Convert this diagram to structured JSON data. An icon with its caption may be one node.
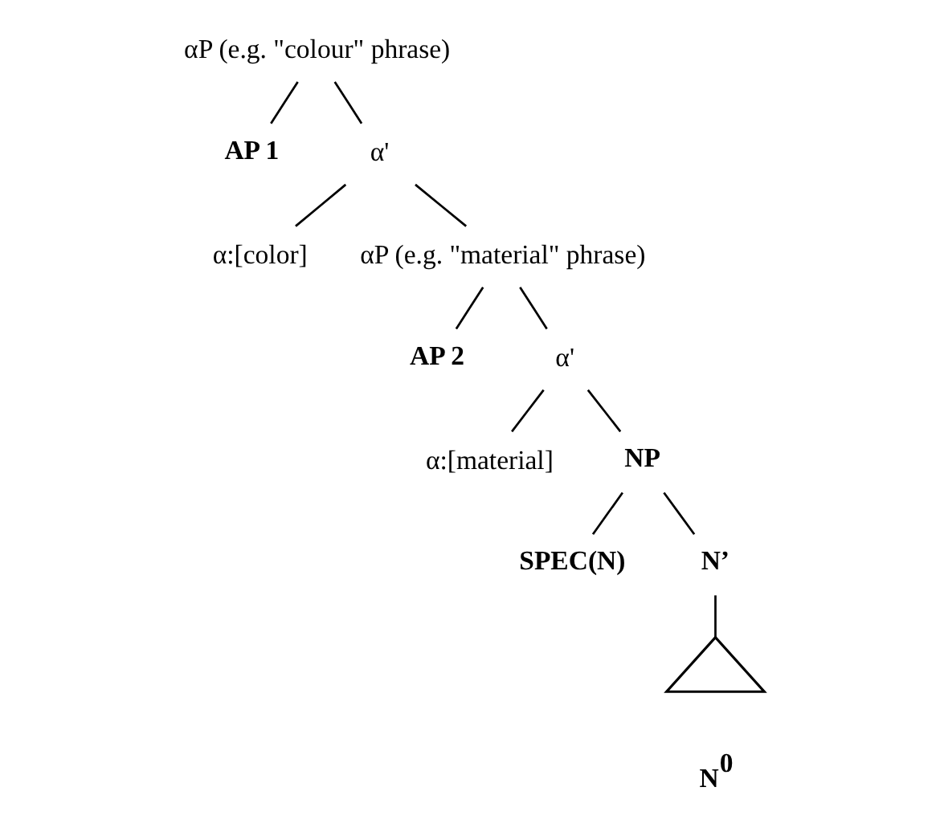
{
  "diagram": {
    "nodes": [
      {
        "text": [
          "αP (e.g. \"colour\" phrase)"
        ]
      },
      {
        "text": [
          "AP 1"
        ]
      },
      {
        "text": [
          "α'"
        ]
      },
      {
        "text": [
          "α:[color]"
        ]
      },
      {
        "text": [
          "αP (e.g. \"material\" phrase)"
        ]
      },
      {
        "text": [
          "AP 2"
        ]
      },
      {
        "text": [
          "α'"
        ]
      },
      {
        "text": [
          "α:[material]"
        ]
      },
      {
        "text": [
          "NP"
        ]
      },
      {
        "text": [
          "SPEC(N)"
        ]
      },
      {
        "text": [
          "N’"
        ]
      },
      {
        "text": [],
        "shape": "triangle",
        "beside": [
          "N$^{0}$"
        ]
      }
    ],
    "edges": [
      {
        "from": 0,
        "to": 1,
        "arrow": "none"
      },
      {
        "from": 0,
        "to": 2,
        "arrow": "none"
      },
      {
        "from": 2,
        "to": 3,
        "arrow": "none"
      },
      {
        "from": 2,
        "to": 4,
        "arrow": "none"
      },
      {
        "from": 4,
        "to": 5,
        "arrow": "none"
      },
      {
        "from": 4,
        "to": 6,
        "arrow": "none"
      },
      {
        "from": 6,
        "to": 7,
        "arrow": "none"
      },
      {
        "from": 6,
        "to": 8,
        "arrow": "none"
      },
      {
        "from": 8,
        "to": 9,
        "arrow": "none"
      },
      {
        "from": 8,
        "to": 10,
        "arrow": "none"
      },
      {
        "from": 10,
        "to": 11,
        "arrow": "none"
      }
    ]
  }
}
